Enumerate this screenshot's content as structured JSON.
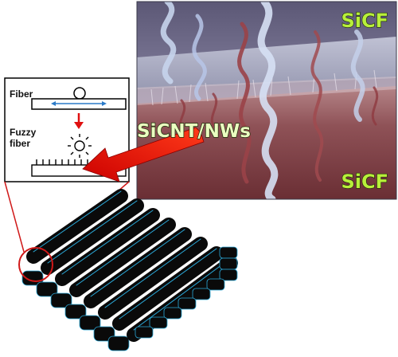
{
  "render_panel": {
    "top_label": "SiCF",
    "bottom_label": "SiCF",
    "middle_label": "SiCNT/NWs"
  },
  "schematic_inset": {
    "fiber_label": "Fiber",
    "fuzzy_label_line1": "Fuzzy",
    "fuzzy_label_line2": "fiber"
  },
  "colors": {
    "panel_sky": "#6e6a8c",
    "panel_floor": "#8a4f55",
    "label_green": "#b8f03a",
    "arrow_red": "#e01010",
    "rod_black": "#0a0a0a",
    "rod_highlight": "#2aa8d8"
  }
}
